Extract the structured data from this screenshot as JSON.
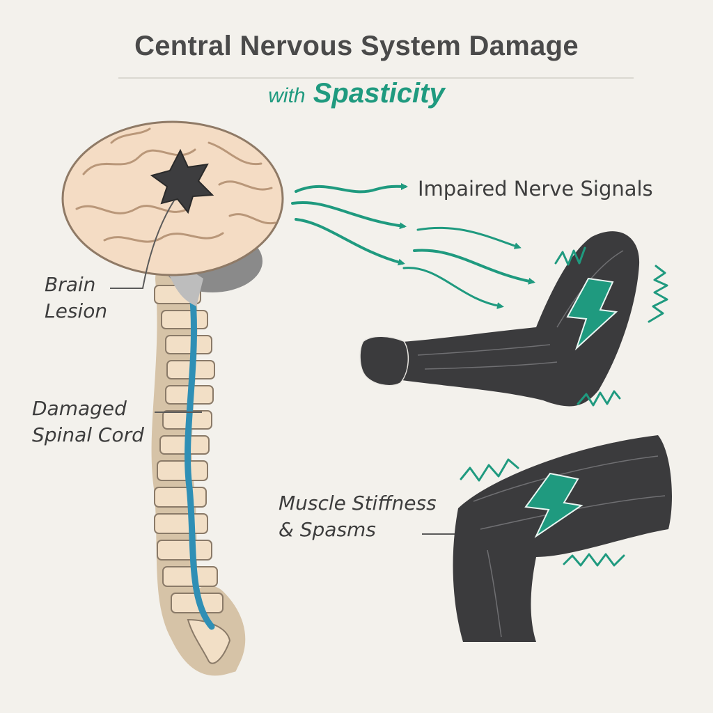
{
  "title": "Central Nervous System Damage",
  "subtitle": {
    "prefix": "with",
    "emphasis": "Spasticity"
  },
  "labels": {
    "brain_lesion": [
      "Brain",
      "Lesion"
    ],
    "damaged_spinal_cord": [
      "Damaged",
      "Spinal Cord"
    ],
    "impaired_nerve_signals": "Impaired Nerve Signals",
    "muscle_stiffness": [
      "Muscle Stiffness",
      "& Spasms"
    ]
  },
  "icons": [
    "brain-icon",
    "lesion-star-icon",
    "spine-icon",
    "nerve-signal-arrow-icon",
    "flexed-arm-icon",
    "bent-leg-icon",
    "lightning-bolt-icon",
    "spasm-zigzag-icon"
  ],
  "colors": {
    "background": "#f3f1ec",
    "accent_teal": "#1f9a7f",
    "brain": "#f4dcc4",
    "limb": "#3b3b3d",
    "spinal_cord": "#2f8fb5",
    "text": "#3d3d3d"
  }
}
